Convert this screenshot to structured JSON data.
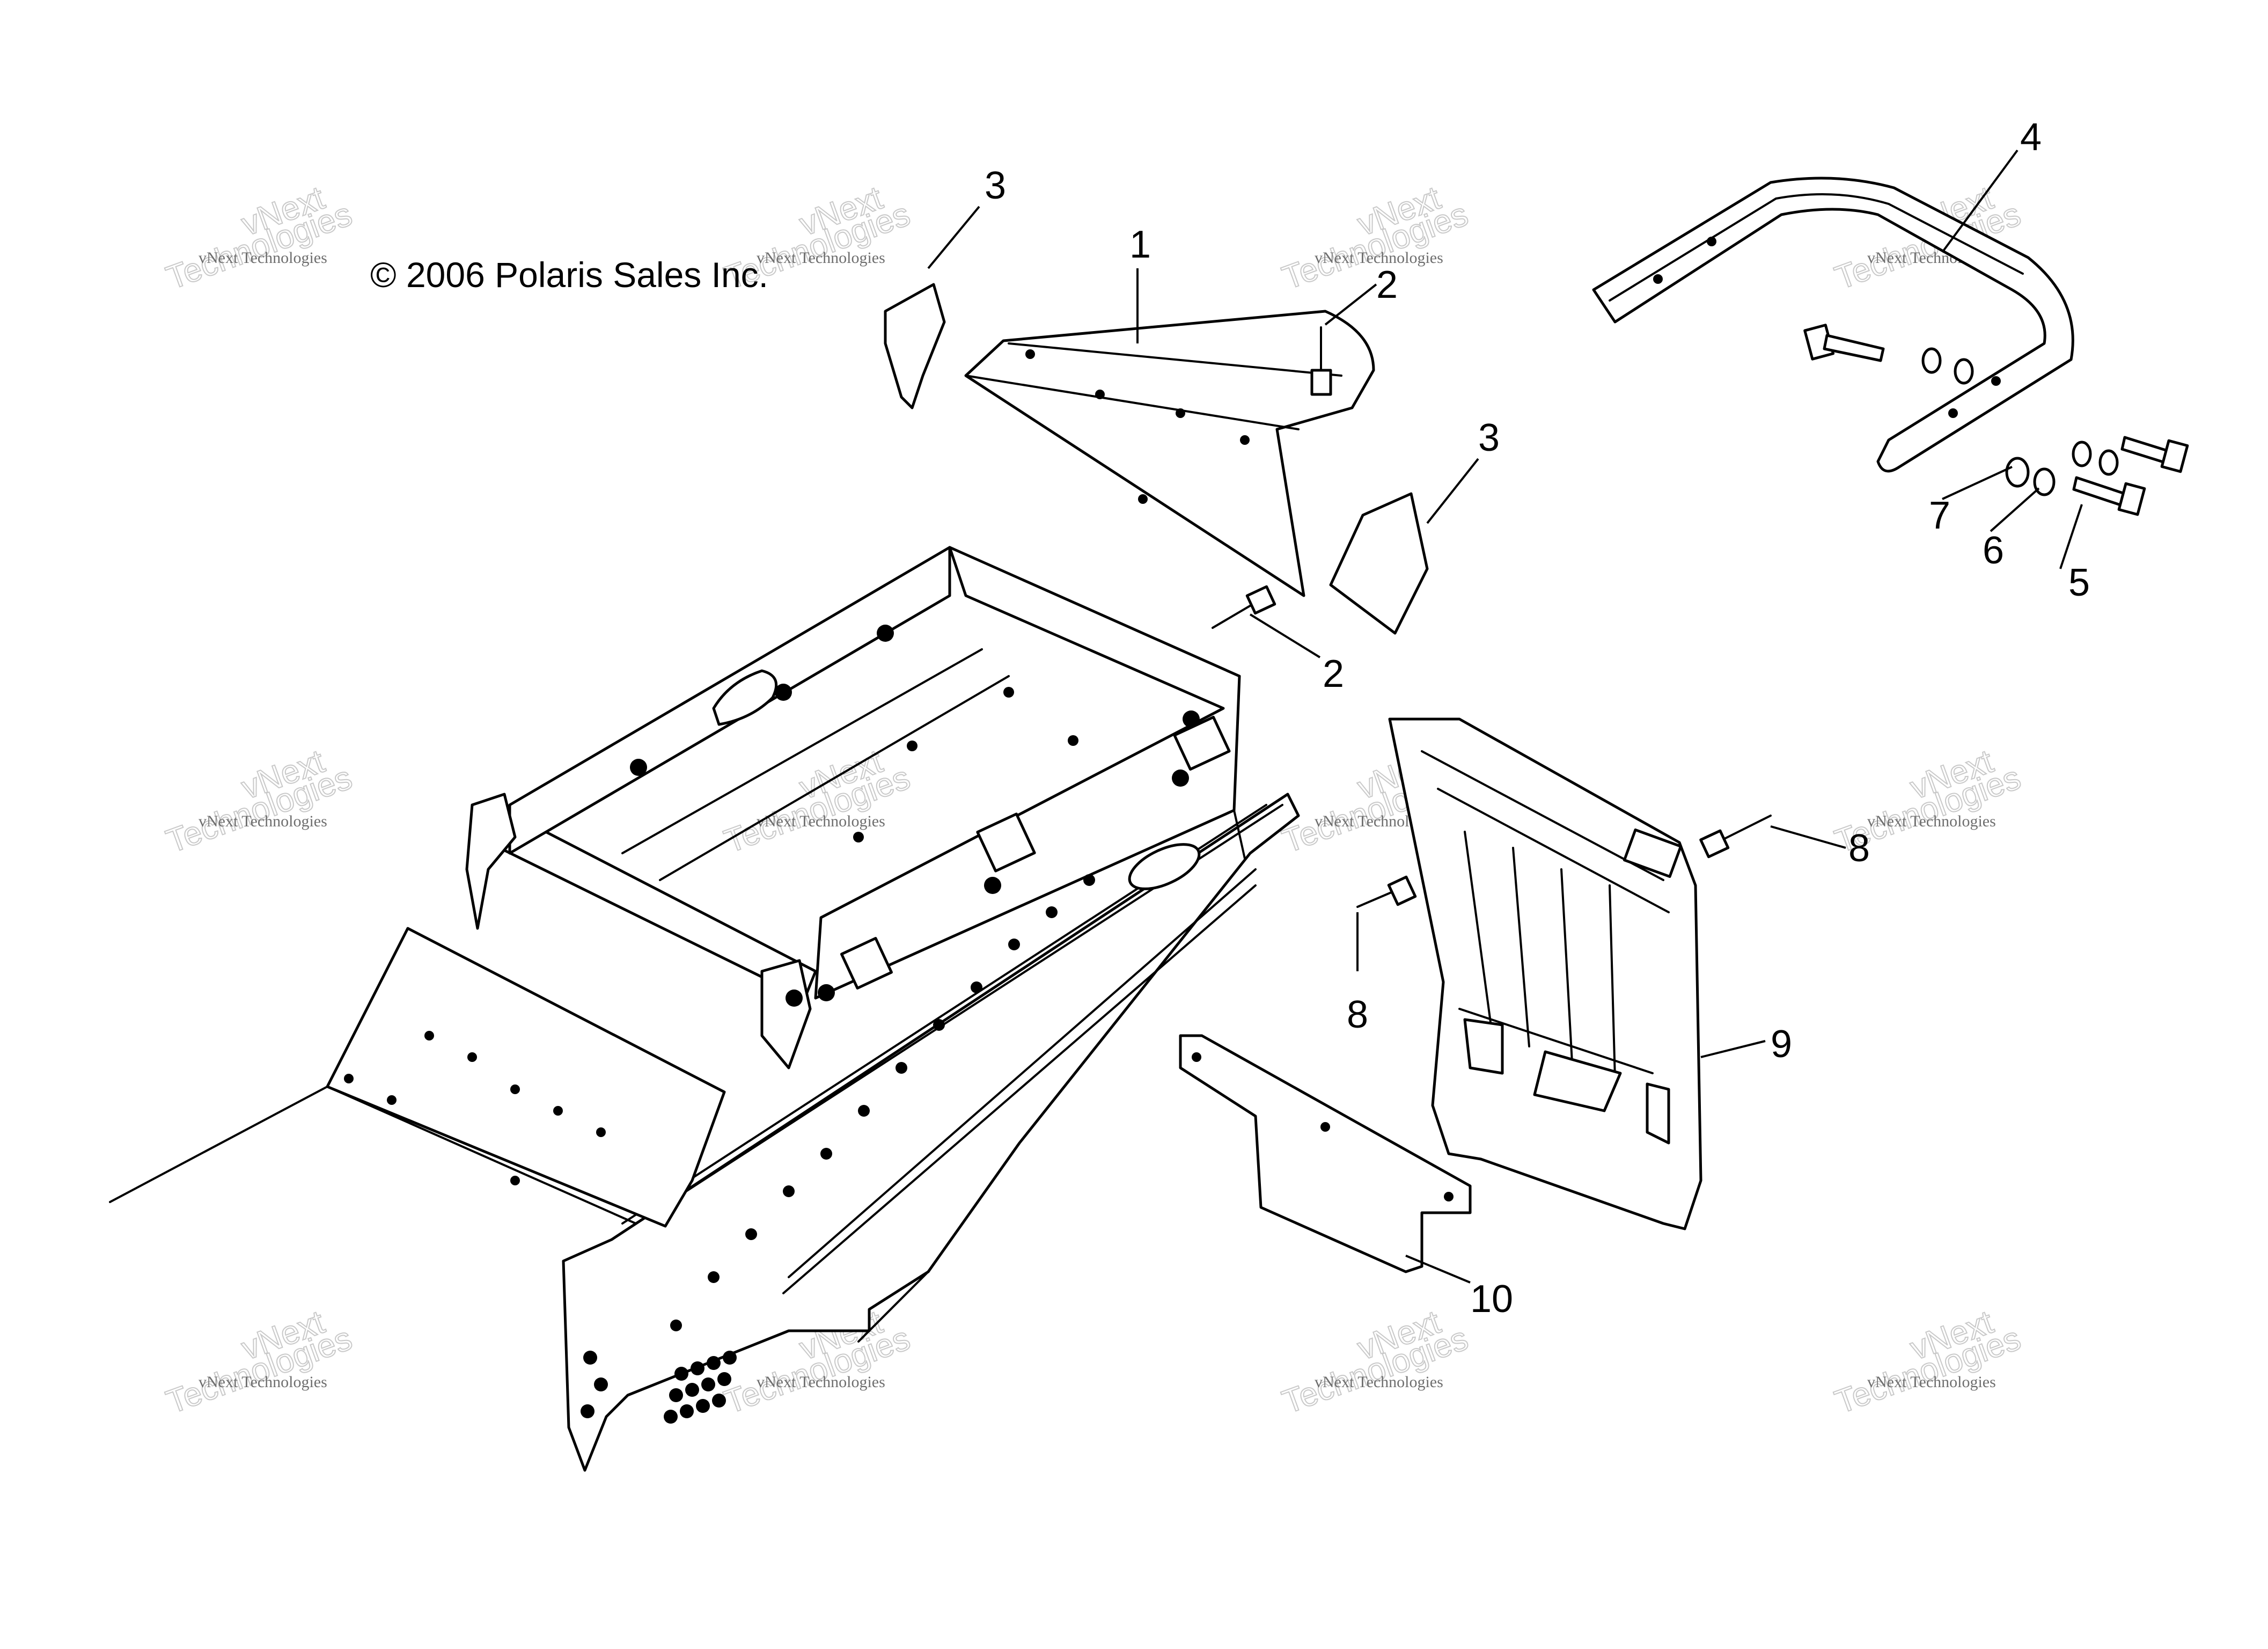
{
  "copyright": "© 2006 Polaris Sales Inc.",
  "watermark": {
    "small": "vNext Technologies",
    "big_top": "vNext",
    "big_bottom": "Technologies"
  },
  "callouts": {
    "c1": "1",
    "c2a": "2",
    "c2b": "2",
    "c3a": "3",
    "c3b": "3",
    "c4": "4",
    "c5": "5",
    "c6": "6",
    "c7": "7",
    "c8a": "8",
    "c8b": "8",
    "c9": "9",
    "c10": "10"
  },
  "colors": {
    "line": "#000000",
    "background": "#ffffff",
    "watermark": "#c9c9c9"
  }
}
